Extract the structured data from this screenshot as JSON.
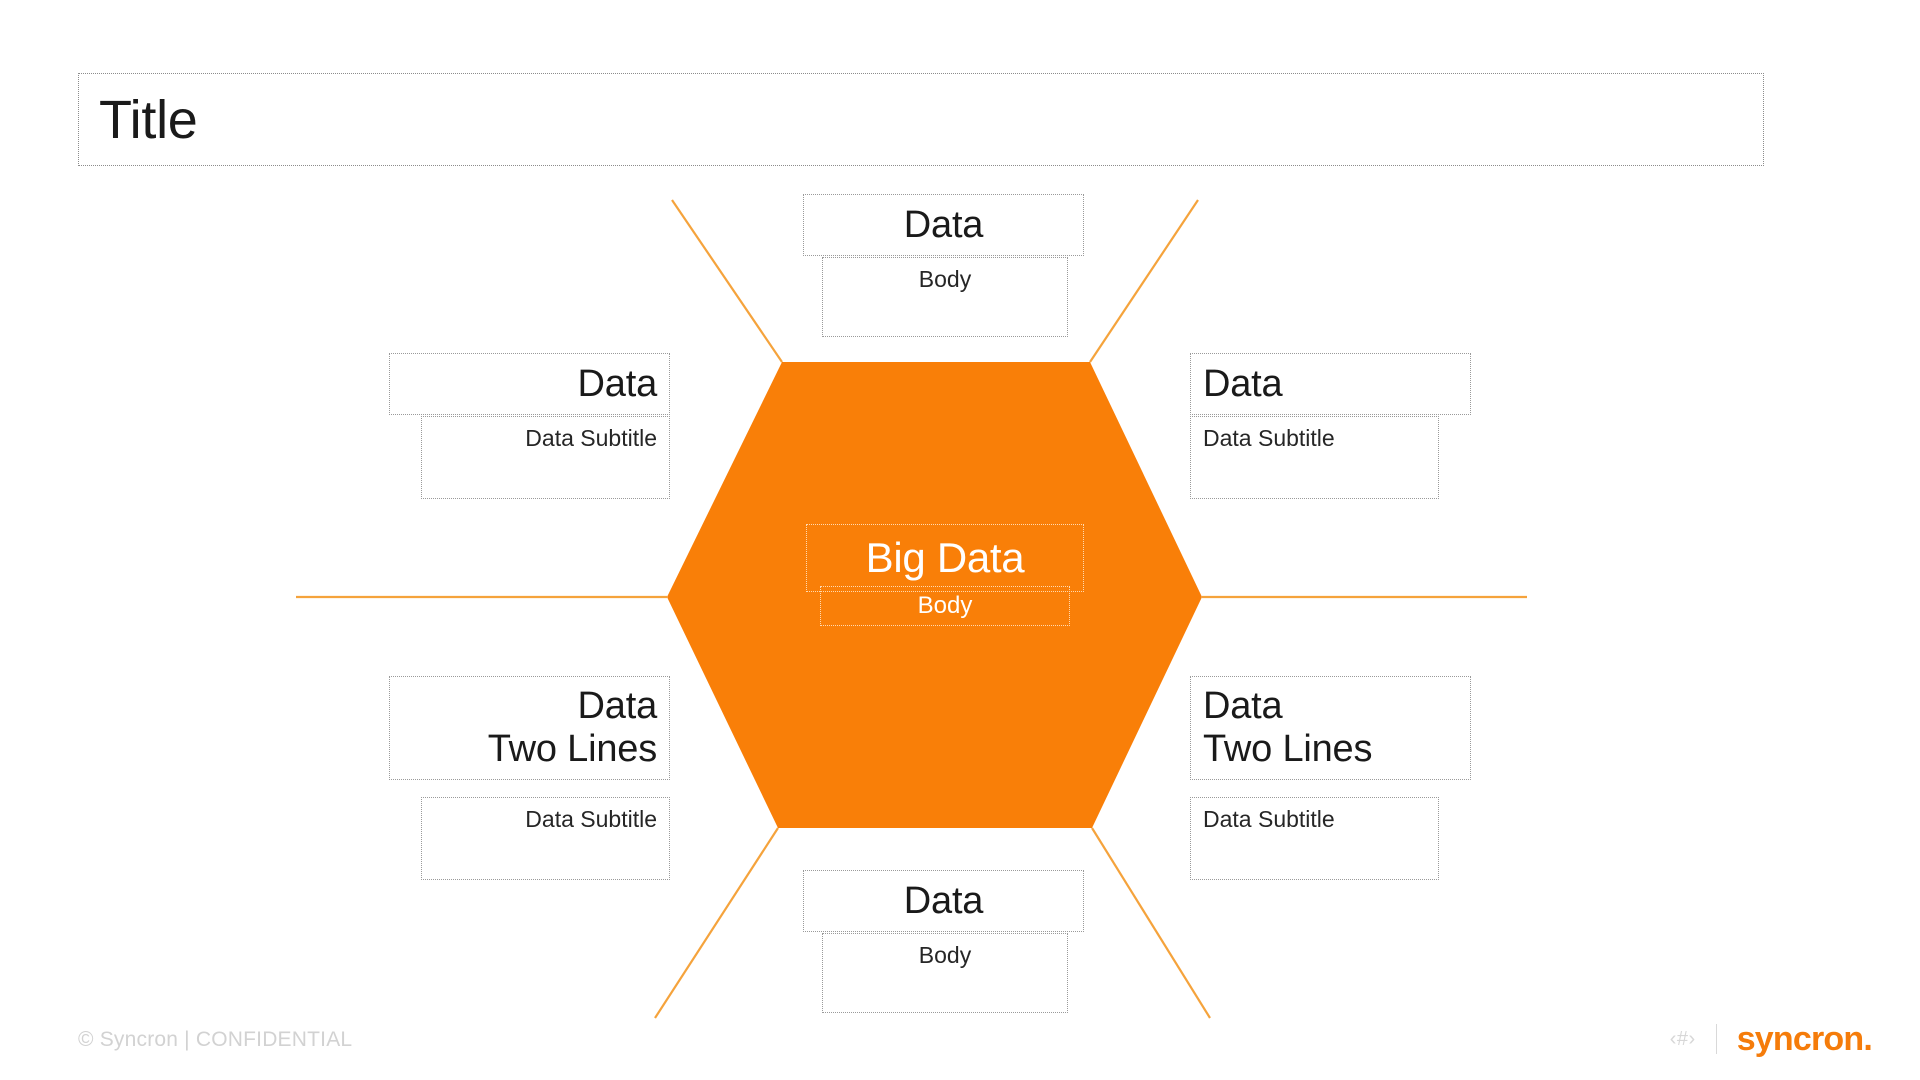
{
  "slide": {
    "title": "Title",
    "accent_color": "#F97F08",
    "spoke_color": "#F5A33C",
    "placeholder_border_color": "#9A9A9A",
    "title_color": "#1A1A1A"
  },
  "center": {
    "heading": "Big Data",
    "body": "Body",
    "text_color": "#FFFFFF"
  },
  "nodes": [
    {
      "position": "top",
      "heading": "Data",
      "subtitle": "Body",
      "align": "center"
    },
    {
      "position": "top-left",
      "heading": "Data",
      "subtitle": "Data Subtitle",
      "align": "right"
    },
    {
      "position": "top-right",
      "heading": "Data",
      "subtitle": "Data Subtitle",
      "align": "left"
    },
    {
      "position": "bottom-left",
      "heading": "Data\nTwo Lines",
      "subtitle": "Data Subtitle",
      "align": "right"
    },
    {
      "position": "bottom-right",
      "heading": "Data\nTwo Lines",
      "subtitle": "Data Subtitle",
      "align": "left"
    },
    {
      "position": "bottom",
      "heading": "Data",
      "subtitle": "Body",
      "align": "center"
    }
  ],
  "footer": {
    "confidential": "© Syncron | CONFIDENTIAL",
    "page_number": "‹#›",
    "logo_text": "syncron.",
    "logo_color": "#F57C0A",
    "confidential_color": "#D2D2D2"
  }
}
